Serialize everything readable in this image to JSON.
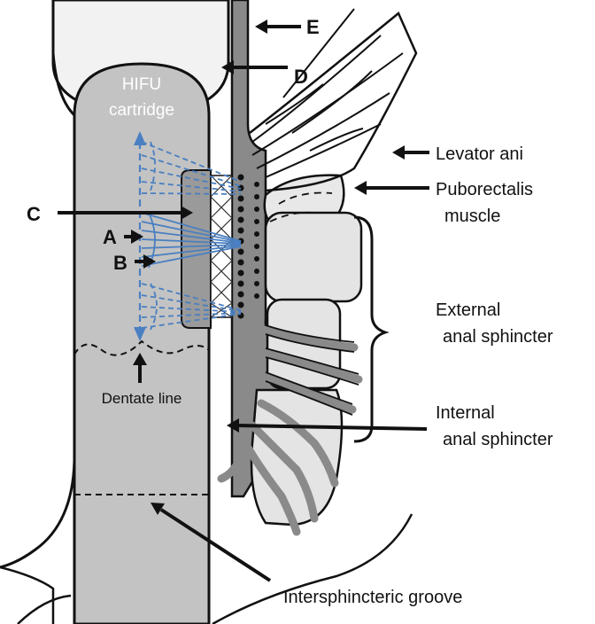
{
  "labels": {
    "hifu_line1": "HIFU",
    "hifu_line2": "cartridge",
    "dentate": "Dentate line",
    "a": "A",
    "b": "B",
    "c": "C",
    "d": "D",
    "e": "E",
    "levator": "Levator ani",
    "puborectalis_line1": "Puborectalis",
    "puborectalis_line2": "muscle",
    "external_line1": "External",
    "external_line2": "anal sphincter",
    "internal_line1": "Internal",
    "internal_line2": "anal sphincter",
    "groove": "Intersphincteric groove"
  },
  "colors": {
    "cartridge": "#c3c3c3",
    "wall": "#8a8a8a",
    "sphincter": "#e4e4e4",
    "ultrasound": "#4a7fc1",
    "outline": "#111111"
  }
}
